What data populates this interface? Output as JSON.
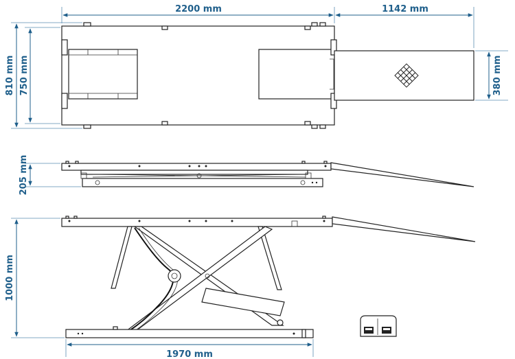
{
  "dimensions": {
    "length_top": "2200 mm",
    "ramp_length": "1142 mm",
    "overall_width": "810 mm",
    "inner_width": "750 mm",
    "ramp_width": "380 mm",
    "min_height": "205 mm",
    "max_height": "1000 mm",
    "base_length": "1970 mm"
  },
  "colors": {
    "dimension": "#1f5f8b",
    "line": "#222222"
  }
}
